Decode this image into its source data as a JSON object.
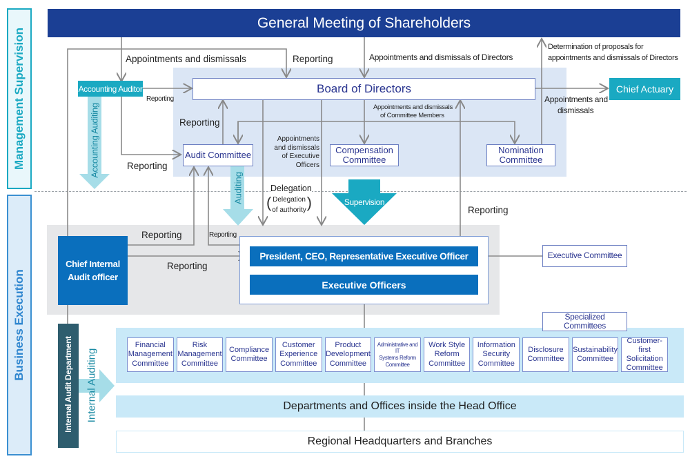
{
  "side_labels": {
    "management": "Management Supervision",
    "business": "Business Execution"
  },
  "nodes": {
    "shareholders": "General Meeting of Shareholders",
    "board": "Board of Directors",
    "accounting_auditor": "Accounting Auditor",
    "chief_actuary": "Chief Actuary",
    "audit_committee": "Audit Committee",
    "compensation_committee": [
      "Compensation",
      "Committee"
    ],
    "nomination_committee": [
      "Nomination",
      "Committee"
    ],
    "president": "President, CEO, Representative Executive Officer",
    "executive_officers": "Executive Officers",
    "executive_committee": "Executive Committee",
    "chief_internal_audit": [
      "Chief Internal",
      "Audit officer"
    ],
    "internal_audit_department": "Internal Audit Department",
    "specialized_committees": "Specialized Committees",
    "departments": "Departments and Offices inside the Head Office",
    "regional": "Regional Headquarters and Branches"
  },
  "committees": [
    [
      "Financial",
      "Management",
      "Committee"
    ],
    [
      "Risk",
      "Management",
      "Committee"
    ],
    [
      "Compliance",
      "Committee"
    ],
    [
      "Customer",
      "Experience",
      "Committee"
    ],
    [
      "Product",
      "Development",
      "Committee"
    ],
    [
      "Administrative and IT",
      "Systems Reform",
      "Committee"
    ],
    [
      "Work Style",
      "Reform",
      "Committee"
    ],
    [
      "Information",
      "Security",
      "Committee"
    ],
    [
      "Disclosure",
      "Committee"
    ],
    [
      "Sustainability",
      "Committee"
    ],
    [
      "Customer-first",
      "Solicitation",
      "Committee"
    ]
  ],
  "arrows": {
    "accounting_auditing": "Accounting Auditing",
    "auditing": "Auditing",
    "supervision": "Supervision",
    "internal_auditing": "Internal Auditing"
  },
  "labels": {
    "appointments_dismissals": "Appointments and dismissals",
    "reporting_top": "Reporting",
    "appointments_directors": "Appointments and dismissals of Directors",
    "determination_1": "Determination of proposals  for",
    "determination_2": "appointments and dismissals of Directors",
    "reporting_small": "Reporting",
    "reporting_board": "Reporting",
    "reporting_audit": "Reporting",
    "committee_members_1": "Appointments and dismissals",
    "committee_members_2": "of Committee Members",
    "exec_officers_1": "Appointments",
    "exec_officers_2": "and dismissals",
    "exec_officers_3": "of Executive",
    "exec_officers_4": "Officers",
    "actuary_1": "Appointments and",
    "actuary_2": "dismissals",
    "delegation": "Delegation",
    "delegation_sub_1": "Delegation",
    "delegation_sub_2": "of authority",
    "reporting_right": "Reporting",
    "reporting_ciao_up": "Reporting",
    "reporting_ciao_small": "Reporting",
    "reporting_ciao_president": "Reporting"
  },
  "colors": {
    "navy": "#1b3f94",
    "teal": "#1aa9c2",
    "blue": "#0a6fbd",
    "light_teal": "#a6dde8",
    "pale_blue": "#dbe6f5",
    "sky": "#c9e9f8",
    "gray_bg": "#e6e7e9",
    "dark_teal": "#2e5d6e"
  }
}
